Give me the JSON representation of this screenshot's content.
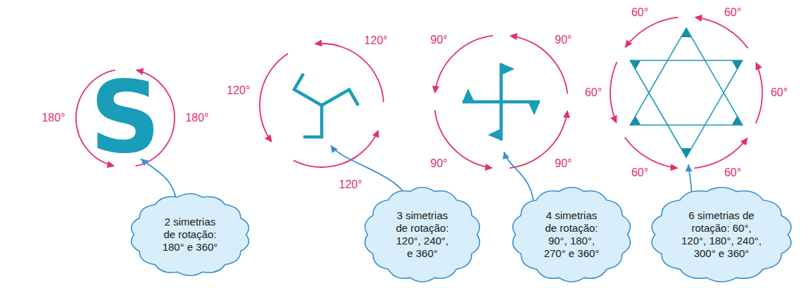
{
  "diagram": {
    "nodes": [
      {
        "text": [
          "2 simetrias de rotação: 180° e 360°"
        ]
      },
      {
        "text": [
          "3 simetrias de rotação: 120°, 240°, e 360°"
        ]
      },
      {
        "text": [
          "4 simetrias de rotação: 90°, 180°, 270° e 360°"
        ]
      },
      {
        "text": [
          "6 simetrias de rotação: 60°, 120°, 180°, 240°, 300° e 360°"
        ]
      }
    ],
    "labels": [
      "180°",
      "S",
      "180°",
      "120°",
      "120°",
      "120°",
      "90°",
      "90°",
      "90°",
      "90°",
      "60°",
      "60°",
      "60°",
      "60°",
      "60°",
      "60°"
    ]
  }
}
